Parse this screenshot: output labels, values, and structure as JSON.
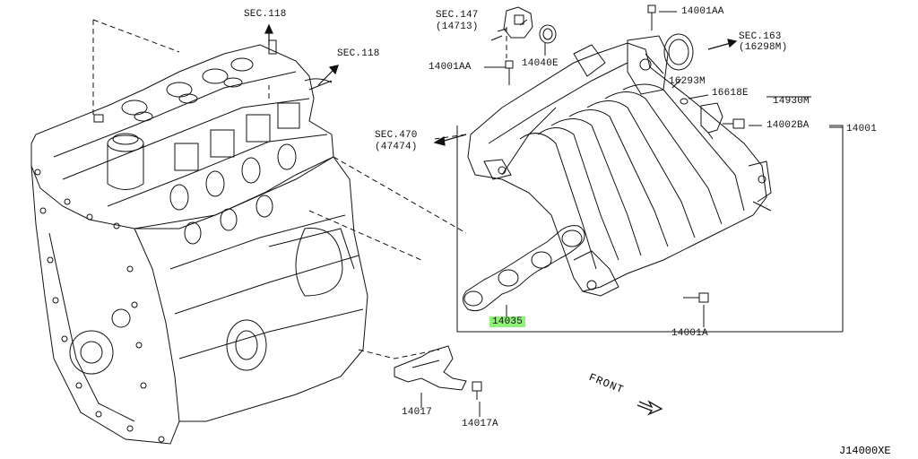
{
  "labels": {
    "sec118_top": "SEC.118",
    "sec118_right": "SEC.118",
    "sec147": "SEC.147",
    "p14713": "(14713)",
    "p14001AA_top": "14001AA",
    "p14001AA_left": "14001AA",
    "p14040E": "14040E",
    "sec163": "SEC.163",
    "p16298M": "(16298M)",
    "p16293M": "16293M",
    "p16618E": "16618E",
    "p14930M": "14930M",
    "p14002BA": "14002BA",
    "p14001": "14001",
    "sec470": "SEC.470",
    "p47474": "(47474)",
    "p14035": "14035",
    "p14001A": "14001A",
    "p14017": "14017",
    "p14017A": "14017A",
    "front": "FRONT",
    "diagram_code": "J14000XE"
  },
  "colors": {
    "line": "#111111",
    "highlight": "#8ff07a",
    "background": "#ffffff"
  },
  "icons": [
    "arrow-up-icon",
    "arrow-right-icon",
    "arrow-left-icon",
    "front-arrow-icon"
  ]
}
